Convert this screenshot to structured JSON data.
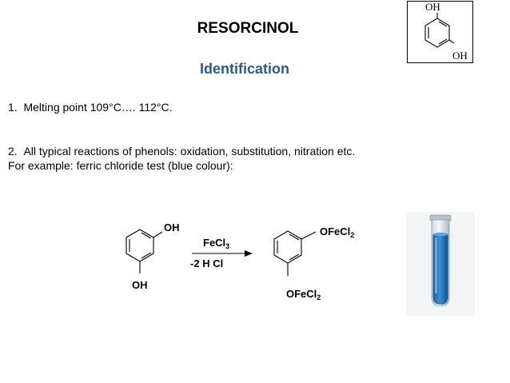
{
  "title": "RESORCINOL",
  "subtitle": "Identification",
  "points": [
    {
      "number": "1.",
      "text": "Melting point 109°C…. 112°C."
    },
    {
      "number": "2.",
      "text": "All typical reactions of phenols: oxidation, substitution, nitration etc."
    }
  ],
  "example_text": "For example: ferric chloride test (blue colour):",
  "corner_structure": {
    "top_label": "OH",
    "bottom_label": "OH"
  },
  "reaction": {
    "reactant_top": "OH",
    "reactant_bottom": "OH",
    "reagent_main": "FeCl",
    "reagent_sub": "3",
    "byproduct_coef": "-2",
    "byproduct": "H Cl",
    "product_top_main": "OFeCl",
    "product_top_sub": "2",
    "product_bottom_main": "OFeCl",
    "product_bottom_sub": "2"
  },
  "colors": {
    "subtitle": "#2e5c8a",
    "solution": "#1f6fb8"
  }
}
